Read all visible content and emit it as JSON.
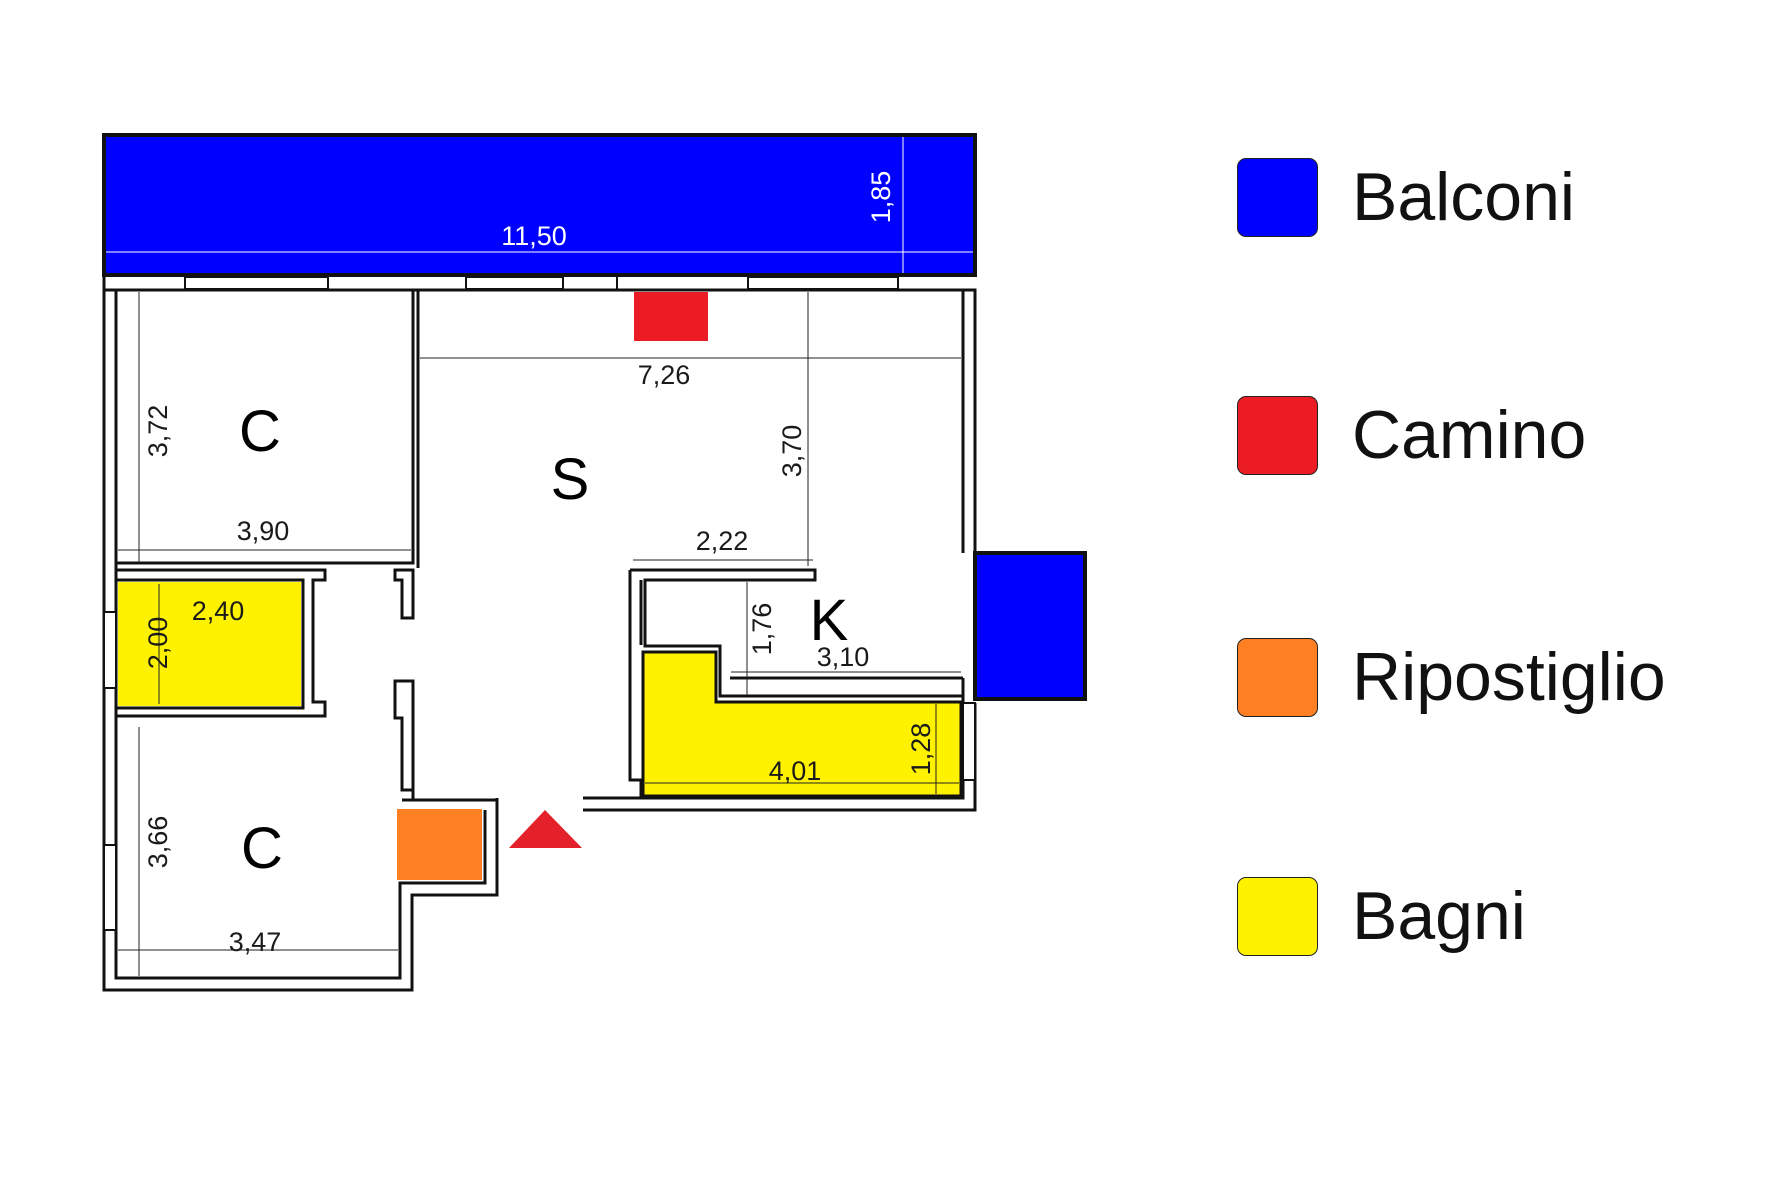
{
  "floor_plan": {
    "rooms": {
      "bedroom_top": "C",
      "bedroom_bottom": "C",
      "living": "S",
      "kitchen": "K"
    },
    "dimensions": {
      "balcony_length": "11,50",
      "balcony_depth": "1,85",
      "living_width": "7,26",
      "living_depth": "3,70",
      "bedroom_top_depth": "3,72",
      "bedroom_top_width": "3,90",
      "bath_left_width": "2,40",
      "bath_left_depth": "2,00",
      "kitchen_top_width": "2,22",
      "kitchen_depth": "1,76",
      "kitchen_width": "3,10",
      "bath_right_depth": "1,28",
      "bath_right_width": "4,01",
      "bedroom_bottom_depth": "3,66",
      "bedroom_bottom_width": "3,47"
    },
    "colors": {
      "balconi": "#0000ff",
      "camino": "#ec1c24",
      "ripostiglio": "#fe8022",
      "bagni": "#fff200",
      "entrance_arrow": "#e4202a",
      "walls": "#111111"
    }
  },
  "legend": [
    {
      "label": "Balconi",
      "color": "#0000ff"
    },
    {
      "label": "Camino",
      "color": "#ec1c24"
    },
    {
      "label": "Ripostiglio",
      "color": "#fe8022"
    },
    {
      "label": "Bagni",
      "color": "#fff200"
    }
  ]
}
